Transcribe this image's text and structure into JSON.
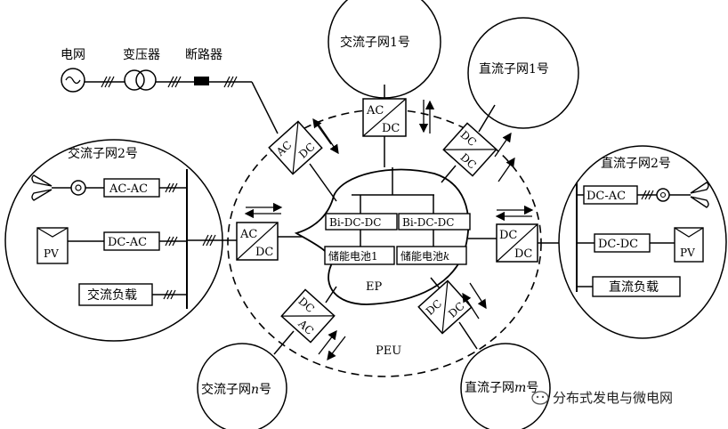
{
  "grid": {
    "label": "电网",
    "transformer_label": "变压器",
    "breaker_label": "断路器"
  },
  "ac_subnet_1": {
    "title": "交流子网1号"
  },
  "dc_subnet_1": {
    "title": "直流子网1号"
  },
  "ac_subnet_2": {
    "title": "交流子网2号",
    "acac_label": "AC-AC",
    "pv_label": "PV",
    "dcac_label": "DC-AC",
    "load_label": "交流负载"
  },
  "dc_subnet_2": {
    "title": "直流子网2号",
    "dcac_label": "DC-AC",
    "dcdc_label": "DC-DC",
    "pv_label": "PV",
    "load_label": "直流负载"
  },
  "ac_subnet_n": {
    "title_prefix": "交流子网",
    "title_var": "n",
    "title_suffix": "号"
  },
  "dc_subnet_m": {
    "title_prefix": "直流子网",
    "title_var": "m",
    "title_suffix": "号"
  },
  "ep": {
    "label": "EP",
    "converter_1": "Bi-DC-DC",
    "converter_2": "Bi-DC-DC",
    "battery_1": "储能电池1",
    "battery_k_prefix": "储能电池",
    "battery_k_var": "k"
  },
  "peu_label": "PEU",
  "converters": {
    "top_left": {
      "a": "AC",
      "b": "DC"
    },
    "top": {
      "a": "AC",
      "b": "DC"
    },
    "top_right": {
      "a": "DC",
      "b": "DC"
    },
    "left": {
      "a": "AC",
      "b": "DC"
    },
    "right": {
      "a": "DC",
      "b": "DC"
    },
    "bottom_left": {
      "a": "DC",
      "b": "AC"
    },
    "bottom_right": {
      "a": "DC",
      "b": "DC"
    }
  },
  "watermark": "分布式发电与微电网"
}
